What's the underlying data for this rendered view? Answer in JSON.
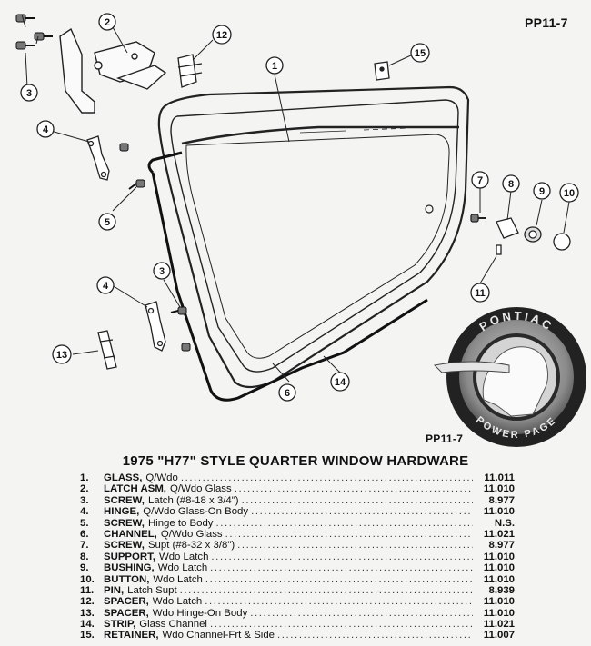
{
  "page_id": "PP11-7",
  "title": "1975 \"H77\" STYLE QUARTER WINDOW HARDWARE",
  "badge": {
    "top_text": "PONTIAC",
    "bottom_text": "POWER PAGE"
  },
  "callouts": [
    "1",
    "2",
    "3",
    "3",
    "4",
    "4",
    "5",
    "6",
    "7",
    "8",
    "9",
    "10",
    "11",
    "12",
    "13",
    "14",
    "15"
  ],
  "parts": [
    {
      "num": "1.",
      "name": "GLASS,",
      "desc": "Q/Wdo",
      "code": "11.011"
    },
    {
      "num": "2.",
      "name": "LATCH ASM,",
      "desc": "Q/Wdo Glass",
      "code": "11.010"
    },
    {
      "num": "3.",
      "name": "SCREW,",
      "desc": "Latch (#8-18 x 3/4\")",
      "code": "8.977"
    },
    {
      "num": "4.",
      "name": "HINGE,",
      "desc": "Q/Wdo Glass-On Body",
      "code": "11.010"
    },
    {
      "num": "5.",
      "name": "SCREW,",
      "desc": "Hinge to Body",
      "code": "N.S."
    },
    {
      "num": "6.",
      "name": "CHANNEL,",
      "desc": "Q/Wdo Glass",
      "code": "11.021"
    },
    {
      "num": "7.",
      "name": "SCREW,",
      "desc": "Supt (#8-32 x 3/8\")",
      "code": "8.977"
    },
    {
      "num": "8.",
      "name": "SUPPORT,",
      "desc": "Wdo Latch",
      "code": "11.010"
    },
    {
      "num": "9.",
      "name": "BUSHING,",
      "desc": "Wdo Latch",
      "code": "11.010"
    },
    {
      "num": "10.",
      "name": "BUTTON,",
      "desc": "Wdo Latch",
      "code": "11.010"
    },
    {
      "num": "11.",
      "name": "PIN,",
      "desc": "Latch Supt",
      "code": "8.939"
    },
    {
      "num": "12.",
      "name": "SPACER,",
      "desc": "Wdo Latch",
      "code": "11.010"
    },
    {
      "num": "13.",
      "name": "SPACER,",
      "desc": "Wdo Hinge-On Body",
      "code": "11.010"
    },
    {
      "num": "14.",
      "name": "STRIP,",
      "desc": "Glass Channel",
      "code": "11.021"
    },
    {
      "num": "15.",
      "name": "RETAINER,",
      "desc": "Wdo Channel-Frt & Side",
      "code": "11.007"
    }
  ]
}
